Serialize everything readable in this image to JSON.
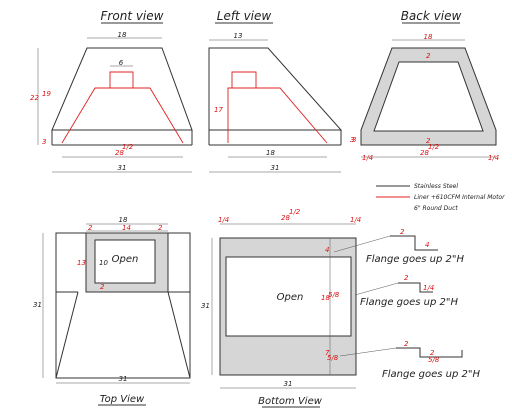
{
  "views": {
    "front": "Front view",
    "left": "Left view",
    "back": "Back view",
    "top": "Top View",
    "bottom": "Bottom View"
  },
  "legend": {
    "stainless": "Stainless Steel",
    "liner": "Liner +610CFM Internal Motor",
    "duct": "6\" Round Duct",
    "stainless_color": "#333333",
    "liner_color": "#e02020"
  },
  "dims": {
    "front_top": "18",
    "front_duct": "6",
    "front_h": "22",
    "front_h2": "19",
    "front_base": "3",
    "front_inner": "28",
    "front_inner_frac": "1/2",
    "front_bottom": "31",
    "left_top": "13",
    "left_h": "17",
    "left_base": "3",
    "left_inner": "18",
    "left_bottom": "31",
    "back_top": "18",
    "back_wall": "2",
    "back_wall2": "2",
    "back_h": "3",
    "back_q1": "1/4",
    "back_inner": "28",
    "back_inner_frac": "1/2",
    "back_q2": "1/4",
    "top_w": "18",
    "top_a": "2",
    "top_b": "14",
    "top_c": "2",
    "top_h": "13",
    "top_i": "10",
    "top_d": "2",
    "top_side": "31",
    "top_bottom": "31",
    "bot_q1": "1/4",
    "bot_inner": "28",
    "bot_inner_frac": "1/2",
    "bot_q2": "1/4",
    "bot_4": "4",
    "bot_side": "31",
    "bot_mid": "18",
    "bot_mid_frac": "5/8",
    "bot_low": "7",
    "bot_low_frac": "5/8",
    "bot_bottom": "31",
    "fl1_a": "2",
    "fl1_b": "4",
    "fl2_a": "2",
    "fl2_b": "1/4",
    "fl3_a": "2",
    "fl3_b": "2",
    "fl3_c": "5/8"
  },
  "labels": {
    "open_top": "Open",
    "open_bottom": "Open",
    "flange1": "Flange goes up 2\"H",
    "flange2": "Flange goes up 2\"H",
    "flange3": "Flange goes up 2\"H"
  }
}
